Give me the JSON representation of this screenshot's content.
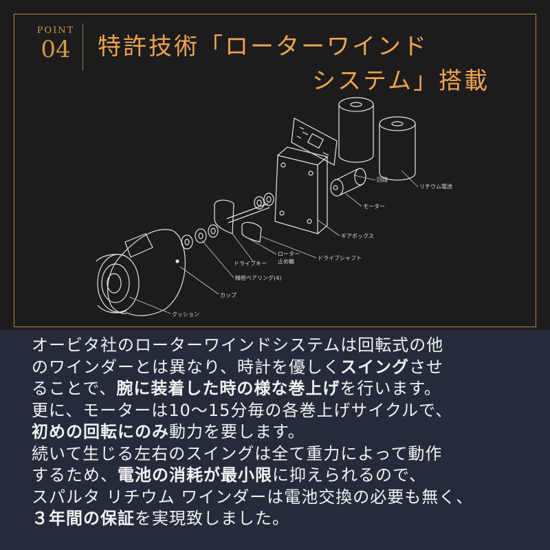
{
  "header": {
    "point_label": "POINT",
    "point_number": "04",
    "headline_line1": "特許技術「ローターワインド",
    "headline_line2": "システム」搭載"
  },
  "diagram": {
    "labels": {
      "lithium_battery": "リチウム電池",
      "circuit": "回路",
      "motor": "モーター",
      "gearbox": "ギアボックス",
      "drive_shaft": "ドライブシャフト",
      "rotor": "ローター",
      "stop_ring": "止め輪",
      "drive_key": "ドライブキー",
      "bearing": "精密ベアリング(4)",
      "cup": "カップ",
      "cushion": "クッション"
    }
  },
  "body_lines": [
    [
      {
        "t": "オービタ社のローターワインドシステムは回転式の他",
        "b": false
      }
    ],
    [
      {
        "t": "のワインダーとは異なり、時計を優しく",
        "b": false
      },
      {
        "t": "スイング",
        "b": true
      },
      {
        "t": "させ",
        "b": false
      }
    ],
    [
      {
        "t": "ることで、",
        "b": false
      },
      {
        "t": "腕に装着した時の様な巻上げ",
        "b": true
      },
      {
        "t": "を行います。",
        "b": false
      }
    ],
    [
      {
        "t": "更に、モーターは10～15分毎の各巻上げサイクルで、",
        "b": false
      }
    ],
    [
      {
        "t": "初めの回転にのみ",
        "b": true
      },
      {
        "t": "動力を要します。",
        "b": false
      }
    ],
    [
      {
        "t": "続いて生じる左右のスイングは全て重力によって動作",
        "b": false
      }
    ],
    [
      {
        "t": "するため、",
        "b": false
      },
      {
        "t": "電池の消耗が最小限",
        "b": true
      },
      {
        "t": "に抑えられるので、",
        "b": false
      }
    ],
    [
      {
        "t": "スパルタ リチウム ワインダーは電池交換の必要も無く、",
        "b": false
      }
    ],
    [
      {
        "t": "３年間の保証",
        "b": true
      },
      {
        "t": "を実現致しました。",
        "b": false
      }
    ]
  ]
}
